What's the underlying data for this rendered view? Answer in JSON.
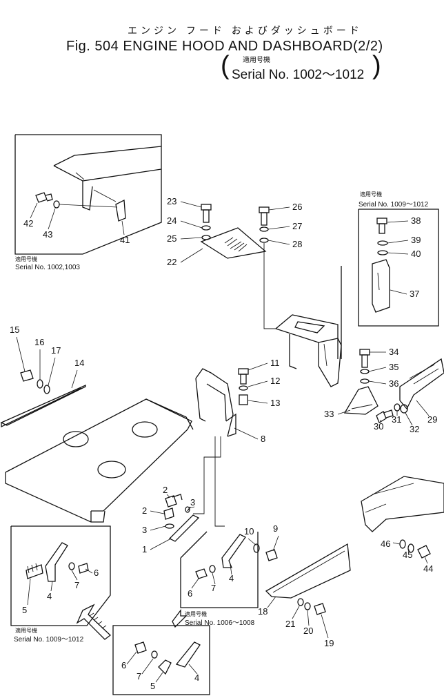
{
  "header": {
    "title_jp": "エンジン フード およびダッシュボード",
    "title_en": "Fig. 504 ENGINE HOOD AND DASHBOARD(2/2)",
    "applicable_label": "適用号機",
    "serial": "Serial No. 1002～1012"
  },
  "insets": {
    "top_left": {
      "applicable_label": "適用号機",
      "serial": "Serial No. 1002,1003"
    },
    "top_right": {
      "applicable_label": "適用号機",
      "serial": "Serial No. 1009～1012"
    },
    "bottom_left": {
      "applicable_label": "適用号機",
      "serial": "Serial No. 1009～1012"
    },
    "middle": {
      "applicable_label": "適用号機",
      "serial": "Serial No. 1006～1008"
    }
  },
  "callouts": {
    "n1": "1",
    "n2a": "2",
    "n2b": "2",
    "n3a": "3",
    "n3b": "3",
    "n4a": "4",
    "n4b": "4",
    "n4c": "4",
    "n5a": "5",
    "n5b": "5",
    "n6a": "6",
    "n6b": "6",
    "n6c": "6",
    "n7a": "7",
    "n7b": "7",
    "n7c": "7",
    "n8": "8",
    "n9": "9",
    "n10": "10",
    "n11": "11",
    "n12": "12",
    "n13": "13",
    "n14": "14",
    "n15": "15",
    "n16": "16",
    "n17": "17",
    "n18": "18",
    "n19": "19",
    "n20": "20",
    "n21": "21",
    "n22": "22",
    "n23": "23",
    "n24": "24",
    "n25": "25",
    "n26": "26",
    "n27": "27",
    "n28": "28",
    "n29": "29",
    "n30": "30",
    "n31": "31",
    "n32": "32",
    "n33": "33",
    "n34": "34",
    "n35": "35",
    "n36": "36",
    "n37": "37",
    "n38": "38",
    "n39": "39",
    "n40": "40",
    "n41": "41",
    "n42": "42",
    "n43": "43",
    "n44": "44",
    "n45": "45",
    "n46": "46"
  }
}
